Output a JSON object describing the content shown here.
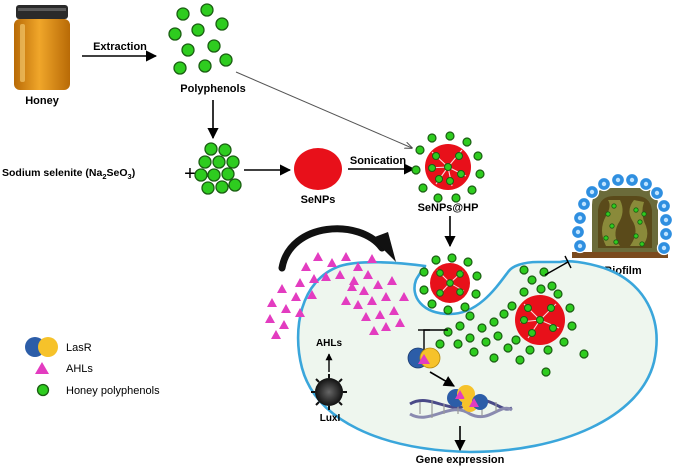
{
  "labels": {
    "honey": "Honey",
    "extraction": "Extraction",
    "polyphenols": "Polyphenols",
    "sodium_selenite_prefix": "Sodium selenite (Na",
    "sodium_selenite_sub1": "2",
    "sodium_selenite_mid": "SeO",
    "sodium_selenite_sub2": "3",
    "sodium_selenite_suffix": ")",
    "plus": "+",
    "senps": "SeNPs",
    "sonication": "Sonication",
    "senps_hp": "SeNPs@HP",
    "biofilm": "Biofilm",
    "ahls_cell": "AHLs",
    "luxi": "LuxI",
    "gene_expression": "Gene expression"
  },
  "legend": [
    {
      "label": "LasR"
    },
    {
      "label": "AHLs"
    },
    {
      "label": "Honey polyphenols"
    }
  ],
  "colors": {
    "polyphenol_fill": "#2ecc1f",
    "polyphenol_stroke": "#1a5e12",
    "senp_red": "#e8101a",
    "ahl_magenta": "#e33cc0",
    "lasr_blue": "#2c5da8",
    "lasr_yellow": "#f6c22a",
    "cell_stroke": "#3aa6db",
    "cell_fill": "#eef6ee",
    "biofilm_blue": "#2f8fe0",
    "biofilm_brown": "#7a4a1e",
    "honey_amber": "#e2900f"
  }
}
